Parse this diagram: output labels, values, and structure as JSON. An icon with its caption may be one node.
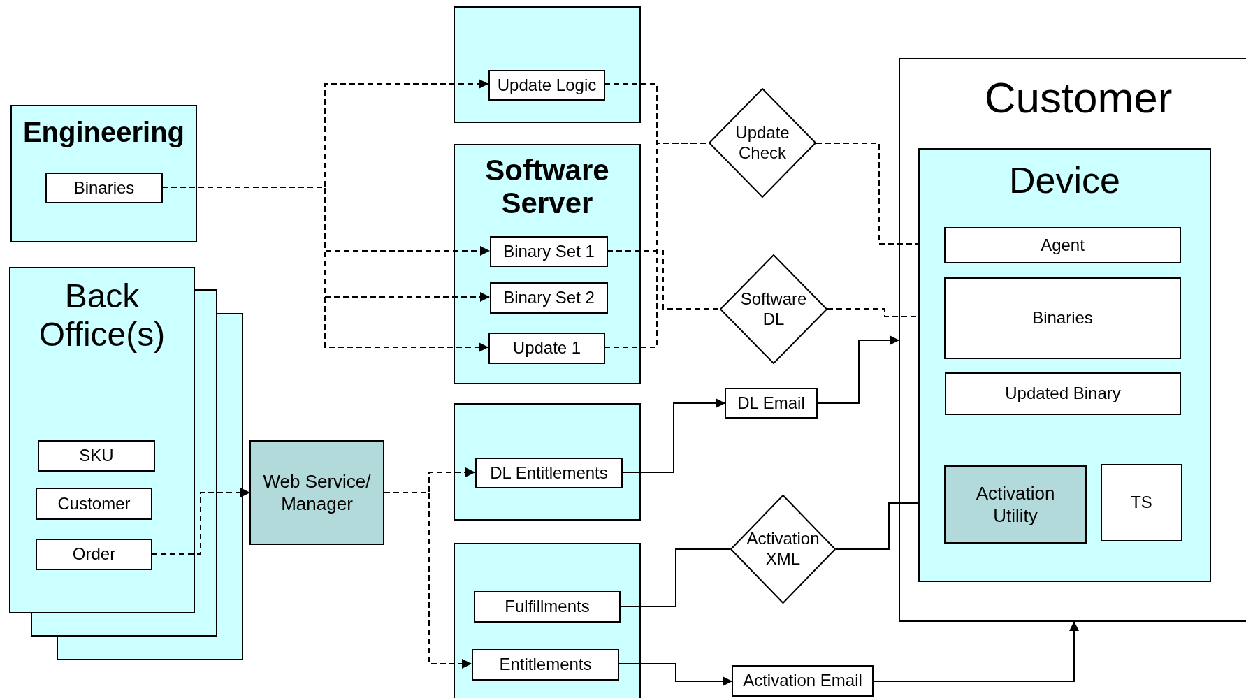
{
  "diagram": {
    "nodes": [
      {
        "text": [
          "Engineering"
        ]
      },
      {
        "text": [
          "Binaries"
        ],
        "in": 0
      },
      {
        "text": [],
        "shape": "box"
      },
      {
        "text": [
          "Update Logic"
        ],
        "in": 2
      },
      {
        "text": [
          "Software Server"
        ]
      },
      {
        "text": [
          "Binary Set 1"
        ],
        "in": 4
      },
      {
        "text": [
          "Binary Set 2"
        ],
        "in": 4
      },
      {
        "text": [
          "Update 1"
        ],
        "in": 4
      },
      {
        "text": [
          "Back Office(s)"
        ]
      },
      {
        "text": [
          "SKU"
        ],
        "in": 8
      },
      {
        "text": [
          "Customer"
        ],
        "in": 8
      },
      {
        "text": [
          "Order"
        ],
        "in": 8
      },
      {
        "text": [
          "Web Service/ Manager"
        ]
      },
      {
        "text": [],
        "shape": "box"
      },
      {
        "text": [
          "DL Entitlements"
        ],
        "in": 13
      },
      {
        "text": [],
        "shape": "box"
      },
      {
        "text": [
          "Fulfillments"
        ],
        "in": 15
      },
      {
        "text": [
          "Entitlements"
        ],
        "in": 15
      },
      {
        "text": [
          "Update Check"
        ]
      },
      {
        "text": [
          "Software DL"
        ]
      },
      {
        "text": [
          "DL Email"
        ]
      },
      {
        "text": [
          "Activation XML"
        ]
      },
      {
        "text": [
          "Activation Email"
        ]
      },
      {
        "text": [
          "Customer"
        ]
      },
      {
        "text": [
          "Device"
        ],
        "in": 23
      },
      {
        "text": [
          "Agent"
        ],
        "in": 24
      },
      {
        "text": [
          "Binaries"
        ],
        "in": 24
      },
      {
        "text": [
          "Updated Binary"
        ],
        "in": 24
      },
      {
        "text": [
          "Activation Utility"
        ],
        "in": 24
      },
      {
        "text": [
          "TS"
        ],
        "in": 24
      }
    ],
    "edges": [
      {
        "from": 1,
        "to": 3,
        "arrow": "to",
        "style": "dashed"
      },
      {
        "from": 1,
        "to": 5,
        "arrow": "to",
        "style": "dashed"
      },
      {
        "from": 1,
        "to": 6,
        "arrow": "to",
        "style": "dashed"
      },
      {
        "from": 1,
        "to": 7,
        "arrow": "to",
        "style": "dashed"
      },
      {
        "from": 3,
        "to": 18,
        "arrow": "none",
        "style": "dashed"
      },
      {
        "from": 7,
        "to": 18,
        "arrow": "none",
        "style": "dashed"
      },
      {
        "from": 5,
        "to": 19,
        "arrow": "none",
        "style": "dashed"
      },
      {
        "from": 18,
        "to": 25,
        "arrow": "none",
        "style": "dashed"
      },
      {
        "from": 19,
        "to": 26,
        "arrow": "none",
        "style": "dashed"
      },
      {
        "from": 11,
        "to": 12,
        "arrow": "to",
        "style": "dashed"
      },
      {
        "from": 12,
        "to": 14,
        "arrow": "to",
        "style": "dashed"
      },
      {
        "from": 12,
        "to": 17,
        "arrow": "to",
        "style": "dashed"
      },
      {
        "from": 14,
        "to": 20,
        "arrow": "to"
      },
      {
        "from": 20,
        "to": 23,
        "arrow": "to"
      },
      {
        "from": 16,
        "to": 21,
        "arrow": "none"
      },
      {
        "from": 21,
        "to": 28,
        "arrow": "none"
      },
      {
        "from": 17,
        "to": 22,
        "arrow": "to"
      },
      {
        "from": 22,
        "to": 23,
        "arrow": "to"
      }
    ]
  }
}
